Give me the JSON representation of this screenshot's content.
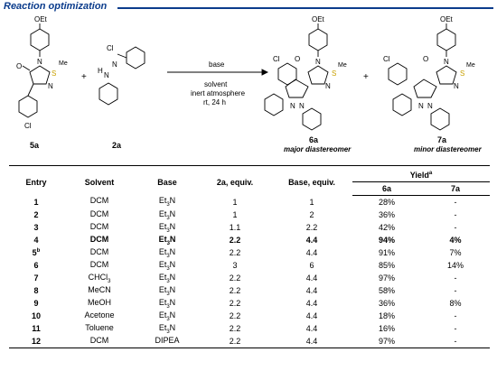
{
  "header": {
    "title": "Reaction optimization",
    "color": "#0b3c8c"
  },
  "scheme": {
    "reagent1_label": "5a",
    "reagent2_label": "2a",
    "product1_label": "6a",
    "product1_desc": "major diastereomer",
    "product2_label": "7a",
    "product2_desc": "minor diastereomer",
    "plus": "+",
    "arrow_above": "base",
    "arrow_below": [
      "solvent",
      "inert atmosphere",
      "rt, 24 h"
    ],
    "atoms": {
      "OEt": "OEt",
      "O": "O",
      "N": "N",
      "S": "S",
      "Me": "Me",
      "Cl": "Cl",
      "H": "H"
    }
  },
  "table": {
    "headers": {
      "entry": "Entry",
      "solvent": "Solvent",
      "base": "Base",
      "equiv2a": "2a, equiv.",
      "base_equiv": "Base, equiv.",
      "yield": "Yield",
      "yield_note": "a",
      "y6": "6a",
      "y7": "7a"
    },
    "rows": [
      {
        "entry": "1",
        "note": "",
        "solvent": "DCM",
        "solvent_sub": "",
        "base": "Et",
        "base_sub": "3",
        "base_tail": "N",
        "eq2a": "1",
        "base_eq": "1",
        "y6": "28%",
        "y7": "-",
        "bold": false
      },
      {
        "entry": "2",
        "note": "",
        "solvent": "DCM",
        "solvent_sub": "",
        "base": "Et",
        "base_sub": "3",
        "base_tail": "N",
        "eq2a": "1",
        "base_eq": "2",
        "y6": "36%",
        "y7": "-",
        "bold": false
      },
      {
        "entry": "3",
        "note": "",
        "solvent": "DCM",
        "solvent_sub": "",
        "base": "Et",
        "base_sub": "3",
        "base_tail": "N",
        "eq2a": "1.1",
        "base_eq": "2.2",
        "y6": "42%",
        "y7": "-",
        "bold": false
      },
      {
        "entry": "4",
        "note": "",
        "solvent": "DCM",
        "solvent_sub": "",
        "base": "Et",
        "base_sub": "3",
        "base_tail": "N",
        "eq2a": "2.2",
        "base_eq": "4.4",
        "y6": "94%",
        "y7": "4%",
        "bold": true
      },
      {
        "entry": "5",
        "note": "b",
        "solvent": "DCM",
        "solvent_sub": "",
        "base": "Et",
        "base_sub": "3",
        "base_tail": "N",
        "eq2a": "2.2",
        "base_eq": "4.4",
        "y6": "91%",
        "y7": "7%",
        "bold": false
      },
      {
        "entry": "6",
        "note": "",
        "solvent": "DCM",
        "solvent_sub": "",
        "base": "Et",
        "base_sub": "3",
        "base_tail": "N",
        "eq2a": "3",
        "base_eq": "6",
        "y6": "85%",
        "y7": "14%",
        "bold": false
      },
      {
        "entry": "7",
        "note": "",
        "solvent": "CHCl",
        "solvent_sub": "3",
        "base": "Et",
        "base_sub": "3",
        "base_tail": "N",
        "eq2a": "2.2",
        "base_eq": "4.4",
        "y6": "97%",
        "y7": "-",
        "bold": false
      },
      {
        "entry": "8",
        "note": "",
        "solvent": "MeCN",
        "solvent_sub": "",
        "base": "Et",
        "base_sub": "3",
        "base_tail": "N",
        "eq2a": "2.2",
        "base_eq": "4.4",
        "y6": "58%",
        "y7": "-",
        "bold": false
      },
      {
        "entry": "9",
        "note": "",
        "solvent": "MeOH",
        "solvent_sub": "",
        "base": "Et",
        "base_sub": "3",
        "base_tail": "N",
        "eq2a": "2.2",
        "base_eq": "4.4",
        "y6": "36%",
        "y7": "8%",
        "bold": false
      },
      {
        "entry": "10",
        "note": "",
        "solvent": "Acetone",
        "solvent_sub": "",
        "base": "Et",
        "base_sub": "3",
        "base_tail": "N",
        "eq2a": "2.2",
        "base_eq": "4.4",
        "y6": "18%",
        "y7": "-",
        "bold": false
      },
      {
        "entry": "11",
        "note": "",
        "solvent": "Toluene",
        "solvent_sub": "",
        "base": "Et",
        "base_sub": "3",
        "base_tail": "N",
        "eq2a": "2.2",
        "base_eq": "4.4",
        "y6": "16%",
        "y7": "-",
        "bold": false
      },
      {
        "entry": "12",
        "note": "",
        "solvent": "DCM",
        "solvent_sub": "",
        "base": "DIPEA",
        "base_sub": "",
        "base_tail": "",
        "eq2a": "2.2",
        "base_eq": "4.4",
        "y6": "97%",
        "y7": "-",
        "bold": false
      }
    ]
  }
}
